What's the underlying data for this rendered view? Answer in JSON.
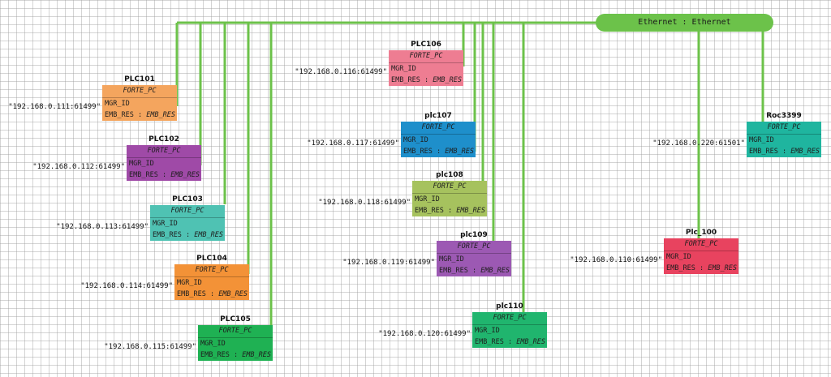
{
  "segment": {
    "label": "Ethernet : Ethernet"
  },
  "color_codes": {
    "wire": "#6cc24a"
  },
  "devices": [
    {
      "name": "PLC101",
      "type": "FORTE_PC",
      "port": "MGR_ID",
      "resource": "EMB_RES",
      "resource_type": "EMB_RES",
      "address": "\"192.168.0.111:61499\"",
      "color": "#f4a55e"
    },
    {
      "name": "PLC102",
      "type": "FORTE_PC",
      "port": "MGR_ID",
      "resource": "EMB_RES",
      "resource_type": "EMB_RES",
      "address": "\"192.168.0.112:61499\"",
      "color": "#9f4aa7"
    },
    {
      "name": "PLC103",
      "type": "FORTE_PC",
      "port": "MGR_ID",
      "resource": "EMB_RES",
      "resource_type": "EMB_RES",
      "address": "\"192.168.0.113:61499\"",
      "color": "#4fc2b3"
    },
    {
      "name": "PLC104",
      "type": "FORTE_PC",
      "port": "MGR_ID",
      "resource": "EMB_RES",
      "resource_type": "EMB_RES",
      "address": "\"192.168.0.114:61499\"",
      "color": "#f39237"
    },
    {
      "name": "PLC105",
      "type": "FORTE_PC",
      "port": "MGR_ID",
      "resource": "EMB_RES",
      "resource_type": "EMB_RES",
      "address": "\"192.168.0.115:61499\"",
      "color": "#1fb153"
    },
    {
      "name": "PLC106",
      "type": "FORTE_PC",
      "port": "MGR_ID",
      "resource": "EMB_RES",
      "resource_type": "EMB_RES",
      "address": "\"192.168.0.116:61499\"",
      "color": "#ee7d92"
    },
    {
      "name": "plc107",
      "type": "FORTE_PC",
      "port": "MGR_ID",
      "resource": "EMB_RES",
      "resource_type": "EMB_RES",
      "address": "\"192.168.0.117:61499\"",
      "color": "#1e8fcb"
    },
    {
      "name": "plc108",
      "type": "FORTE_PC",
      "port": "MGR_ID",
      "resource": "EMB_RES",
      "resource_type": "EMB_RES",
      "address": "\"192.168.0.118:61499\"",
      "color": "#a6c25e"
    },
    {
      "name": "plc109",
      "type": "FORTE_PC",
      "port": "MGR_ID",
      "resource": "EMB_RES",
      "resource_type": "EMB_RES",
      "address": "\"192.168.0.119:61499\"",
      "color": "#9c59b3"
    },
    {
      "name": "plc110",
      "type": "FORTE_PC",
      "port": "MGR_ID",
      "resource": "EMB_RES",
      "resource_type": "EMB_RES",
      "address": "\"192.168.0.120:61499\"",
      "color": "#20b56e"
    },
    {
      "name": "Plc_100",
      "type": "FORTE_PC",
      "port": "MGR_ID",
      "resource": "EMB_RES",
      "resource_type": "EMB_RES",
      "address": "\"192.168.0.110:61499\"",
      "color": "#e8435f"
    },
    {
      "name": "Roc3399",
      "type": "FORTE_PC",
      "port": "MGR_ID",
      "resource": "EMB_RES",
      "resource_type": "EMB_RES",
      "address": "\"192.168.0.220:61501\"",
      "color": "#1fb59f"
    }
  ]
}
